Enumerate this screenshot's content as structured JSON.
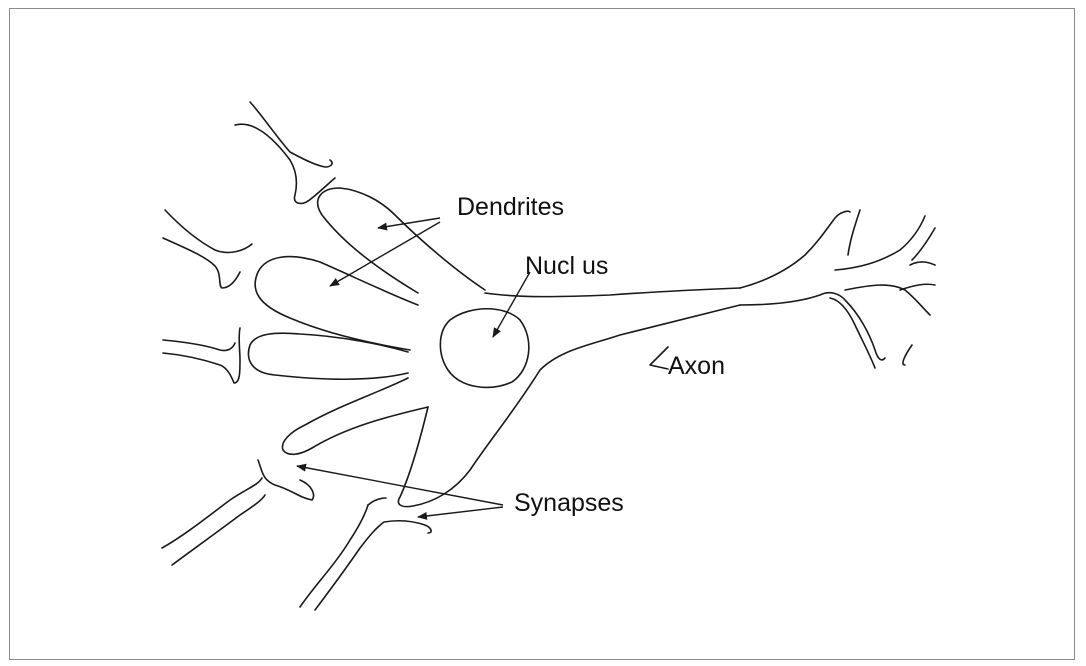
{
  "labels": {
    "dendrites": "Dendrites",
    "nucleus": "Nucl us",
    "axon": "Axon",
    "synapses": "Synapses"
  }
}
